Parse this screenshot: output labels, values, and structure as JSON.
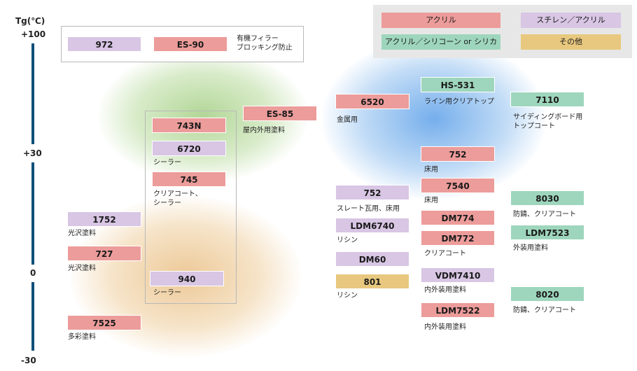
{
  "axis": {
    "title": "Tg(℃)",
    "ticks": [
      "+100",
      "+30",
      "0",
      "-30"
    ]
  },
  "legend": {
    "acrylic": "アクリル",
    "styrene_acrylic": "スチレン／アクリル",
    "acrylic_silicone": "アクリル／シリコーン or シリカ",
    "other": "その他"
  },
  "colors": {
    "acrylic": "#ec9c9a",
    "styrene_acrylic": "#d8c6e4",
    "acrylic_silicone": "#9ed6bd",
    "other": "#e7c87e",
    "axis": "#0b4f7a"
  },
  "top_group": {
    "items": [
      "972",
      "ES-90"
    ],
    "note": "有機フィラー\nブロッキング防止"
  },
  "products": {
    "p972": "972",
    "es90": "ES-90",
    "es85": "ES-85",
    "es85_note": "屋内外用塗料",
    "p743n": "743N",
    "p6720": "6720",
    "p6720_note": "シーラー",
    "p745": "745",
    "p745_note": "クリアコート、\nシーラー",
    "p940": "940",
    "p940_note": "シーラー",
    "p1752": "1752",
    "p1752_note": "光沢塗料",
    "p727": "727",
    "p727_note": "光沢塗料",
    "p7525": "7525",
    "p7525_note": "多彩塗料",
    "p6520": "6520",
    "p6520_note": "金属用",
    "hs531": "HS-531",
    "hs531_note": "ライン用クリアトップ",
    "p7110": "7110",
    "p7110_note": "サイディングボード用\nトップコート",
    "p752a": "752",
    "p752a_note": "床用",
    "p7540": "7540",
    "p7540_note": "床用",
    "p752b": "752",
    "p752b_note": "スレート瓦用、床用",
    "ldm6740": "LDM6740",
    "ldm6740_note": "リシン",
    "dm60": "DM60",
    "p801": "801",
    "p801_note": "リシン",
    "dm774": "DM774",
    "dm772": "DM772",
    "dm772_note": "クリアコート",
    "vdm7410": "VDM7410",
    "vdm7410_note": "内外装用塗料",
    "ldm7522": "LDM7522",
    "ldm7522_note": "内外装用塗料",
    "p8030": "8030",
    "p8030_note": "防錆、クリアコート",
    "ldm7523": "LDM7523",
    "ldm7523_note": "外装用塗料",
    "p8020": "8020",
    "p8020_note": "防錆、クリアコート"
  }
}
